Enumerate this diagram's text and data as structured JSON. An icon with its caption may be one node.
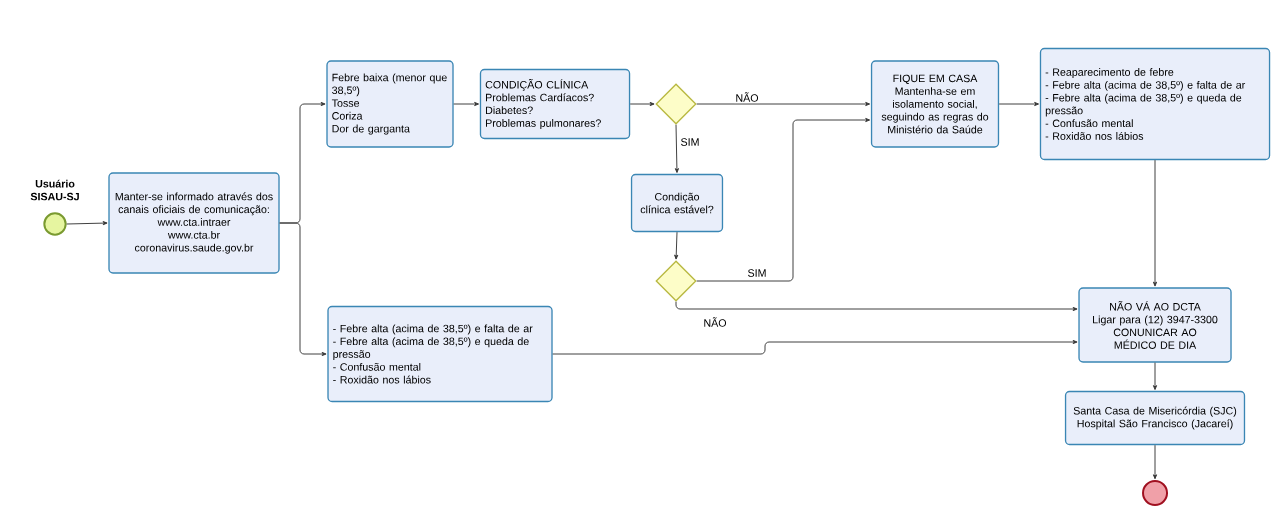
{
  "diagram": {
    "nodes": [
      {
        "text": [
          "Usuário SISAU-SJ"
        ]
      },
      {
        "text": [
          "Manter-se informado através dos canais oficiais de comunicação:",
          "www.cta.intraer",
          "www.cta.br",
          "coronavirus.saude.gov.br"
        ]
      },
      {
        "text": [
          "Febre baixa (menor que 38,5º)",
          "Tosse",
          "Coriza",
          "Dor de garganta"
        ]
      },
      {
        "text": [
          "CONDIÇÃO CLÍNICA",
          "Problemas Cardíacos?",
          "Diabetes?",
          "Problemas pulmonares?"
        ]
      },
      {
        "text": [],
        "shape": "diamond"
      },
      {
        "text": [
          "Condição clínica estável?"
        ]
      },
      {
        "text": [],
        "shape": "diamond"
      },
      {
        "text": [
          "FIQUE EM CASA",
          "Mantenha-se em isolamento social, seguindo as regras do Ministério da Saúde"
        ]
      },
      {
        "text": [
          "- Reaparecimento de febre",
          "- Febre alta (acima de 38,5º) e falta de ar",
          "- Febre alta (acima de 38,5º) e queda de pressão",
          "- Confusão mental",
          "- Roxidão nos lábios"
        ]
      },
      {
        "text": [
          "- Febre alta (acima de 38,5º) e falta de ar",
          "- Febre alta (acima de 38,5º) e queda de pressão",
          "- Confusão mental",
          "- Roxidão nos lábios"
        ]
      },
      {
        "text": [
          "NÃO VÁ AO DCTA",
          "Ligar para (12) 3947-3300",
          "CONUNICAR AO MÉDICO DE DIA"
        ]
      },
      {
        "text": [
          "Santa Casa de Misericórdia (SJC)",
          "Hospital São Francisco (Jacareí)"
        ]
      },
      {
        "text": [],
        "shape": "circle"
      }
    ],
    "edges": [
      {
        "from": 0,
        "to": 1,
        "arrow": "to"
      },
      {
        "from": 1,
        "to": 2,
        "arrow": "to"
      },
      {
        "from": 1,
        "to": 9,
        "arrow": "to"
      },
      {
        "from": 2,
        "to": 3,
        "arrow": "to"
      },
      {
        "from": 3,
        "to": 4,
        "arrow": "to"
      },
      {
        "from": 4,
        "to": 7,
        "arrow": "to",
        "label": "NÃO"
      },
      {
        "from": 4,
        "to": 5,
        "arrow": "to",
        "label": "SIM"
      },
      {
        "from": 5,
        "to": 6,
        "arrow": "to"
      },
      {
        "from": 6,
        "to": 7,
        "arrow": "to",
        "label": "SIM"
      },
      {
        "from": 6,
        "to": 10,
        "arrow": "to",
        "label": "NÃO"
      },
      {
        "from": 7,
        "to": 8,
        "arrow": "to"
      },
      {
        "from": 8,
        "to": 10,
        "arrow": "to"
      },
      {
        "from": 9,
        "to": 10,
        "arrow": "to"
      },
      {
        "from": 10,
        "to": 11,
        "arrow": "to"
      },
      {
        "from": 11,
        "to": 12,
        "arrow": "to"
      }
    ]
  }
}
